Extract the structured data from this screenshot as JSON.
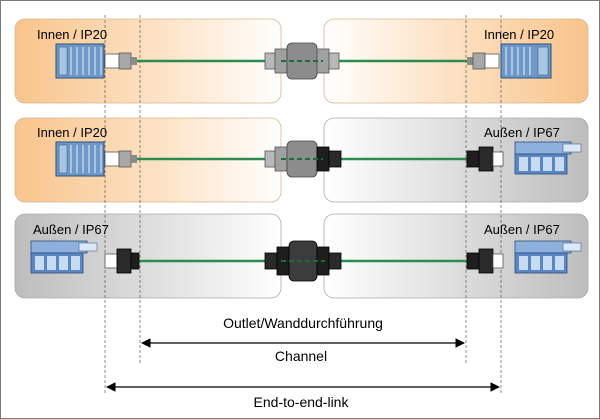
{
  "colors": {
    "indoor_zone": "#fbd2a4",
    "outdoor_zone": "#cccccc",
    "cable": "#2e8b4f",
    "cable_dash": "#1e6b3a",
    "plug_ip20": "#a8a8a8",
    "plug_ip67": "#1e1e1e",
    "device_ip20": "#6d98c8",
    "device_ip67": "#5b86c6"
  },
  "rows": [
    {
      "left": {
        "label": "Innen / IP20",
        "zone": "indoor",
        "device": "ip20-module-icon"
      },
      "right": {
        "label": "Innen / IP20",
        "zone": "indoor",
        "device": "ip20-module-icon"
      },
      "coupler": "ip20-coupler-icon"
    },
    {
      "left": {
        "label": "Innen / IP20",
        "zone": "indoor",
        "device": "ip20-module-icon"
      },
      "right": {
        "label": "Außen / IP67",
        "zone": "outdoor",
        "device": "ip67-module-icon"
      },
      "coupler": "hybrid-coupler-icon"
    },
    {
      "left": {
        "label": "Außen / IP67",
        "zone": "outdoor",
        "device": "ip67-module-icon"
      },
      "right": {
        "label": "Außen / IP67",
        "zone": "outdoor",
        "device": "ip67-module-icon"
      },
      "coupler": "ip67-coupler-icon"
    }
  ],
  "annotations": {
    "outlet": "Outlet/Wanddurchführung",
    "channel": "Channel",
    "end_to_end": "End-to-end-link"
  }
}
